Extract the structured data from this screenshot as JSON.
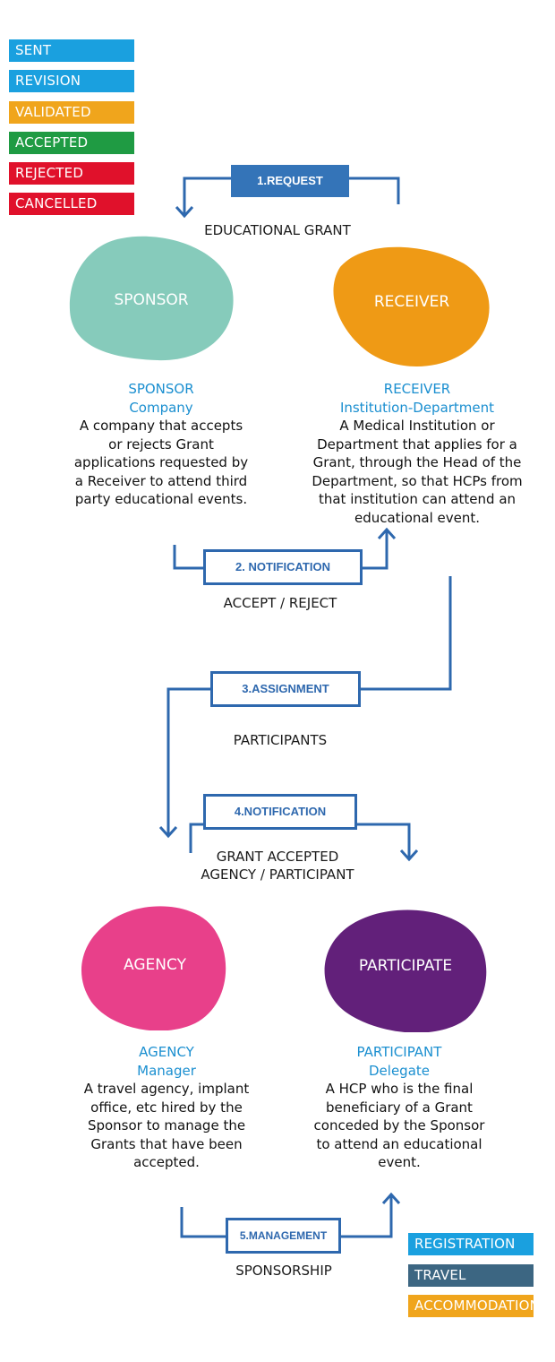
{
  "status_legend": [
    {
      "label": "SENT",
      "color": "#1aa0df"
    },
    {
      "label": "REVISION",
      "color": "#1aa0df"
    },
    {
      "label": "VALIDATED",
      "color": "#f0a51c"
    },
    {
      "label": "ACCEPTED",
      "color": "#1f9b43"
    },
    {
      "label": "REJECTED",
      "color": "#e0112b"
    },
    {
      "label": "CANCELLED",
      "color": "#e0112b"
    }
  ],
  "service_legend": [
    {
      "label": "REGISTRATION",
      "color": "#1aa0df"
    },
    {
      "label": "TRAVEL",
      "color": "#3c6682"
    },
    {
      "label": "ACCOMMODATION",
      "color": "#f0a51c"
    }
  ],
  "steps": {
    "request": {
      "title": "1.REQUEST",
      "caption": "EDUCATIONAL GRANT"
    },
    "notification": {
      "title": "2. NOTIFICATION",
      "caption": "ACCEPT / REJECT"
    },
    "assignment": {
      "title": "3.ASSIGNMENT",
      "caption": "PARTICIPANTS"
    },
    "notification2": {
      "title": "4.NOTIFICATION",
      "caption_line1": "GRANT ACCEPTED",
      "caption_line2": "AGENCY / PARTICIPANT"
    },
    "management": {
      "title": "5.MANAGEMENT",
      "caption": "SPONSORSHIP"
    }
  },
  "actors": {
    "sponsor": {
      "blob_label": "SPONSOR",
      "color": "#86cbbb",
      "role": "SPONSOR",
      "subrole": "Company",
      "description": "A company that accepts or rejects Grant applications requested by a Receiver to attend third party educational events."
    },
    "receiver": {
      "blob_label": "RECEIVER",
      "color": "#ef9a15",
      "role": "RECEIVER",
      "subrole": "Institution-Department",
      "description": "A Medical Institution or Department that applies for a Grant, through the Head of the Department,  so that HCPs from that institution can attend an educational event."
    },
    "agency": {
      "blob_label": "AGENCY",
      "color": "#e8408a",
      "role": "AGENCY",
      "subrole": "Manager",
      "description": "A travel agency, implant office, etc hired by the Sponsor to manage the Grants that have been accepted."
    },
    "participant": {
      "blob_label": "PARTICIPATE",
      "color": "#62207a",
      "role": "PARTICIPANT",
      "subrole": "Delegate",
      "description": "A HCP who is the final beneficiary of a Grant conceded by the Sponsor to attend an educational event."
    }
  },
  "colors": {
    "flow_line": "#2e68ae",
    "role_text": "#1b8fd0"
  }
}
